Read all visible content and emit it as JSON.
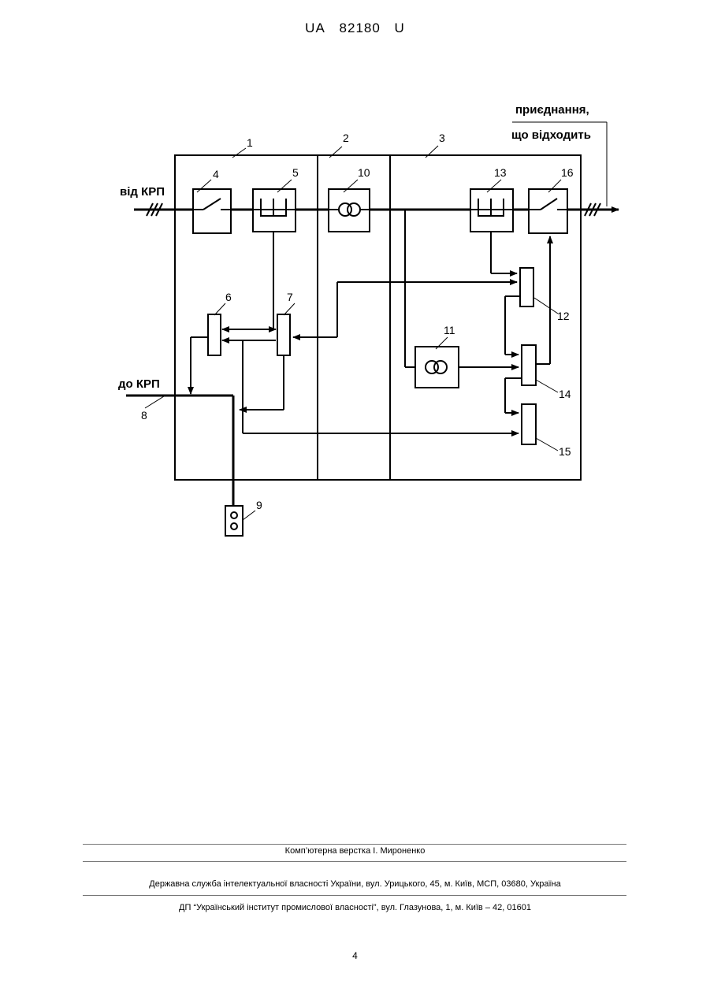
{
  "header": {
    "code": "UA",
    "number": "82180",
    "suffix": "U"
  },
  "diagram": {
    "label_from_krp": "від КРП",
    "label_to_krp": "до КРП",
    "label_outgoing_1": "приєднання,",
    "label_outgoing_2": "що відходить",
    "numbers": {
      "n1": "1",
      "n2": "2",
      "n3": "3",
      "n4": "4",
      "n5": "5",
      "n6": "6",
      "n7": "7",
      "n8": "8",
      "n9": "9",
      "n10": "10",
      "n11": "11",
      "n12": "12",
      "n13": "13",
      "n14": "14",
      "n15": "15",
      "n16": "16"
    }
  },
  "footer": {
    "layout_credit": "Комп’ютерна верстка І. Мироненко",
    "agency": "Державна служба інтелектуальної власності України, вул. Урицького, 45, м. Київ, МСП, 03680, Україна",
    "institute": "ДП “Український інститут промислової власності”, вул. Глазунова, 1, м. Київ – 42, 01601"
  },
  "page_number": "4"
}
